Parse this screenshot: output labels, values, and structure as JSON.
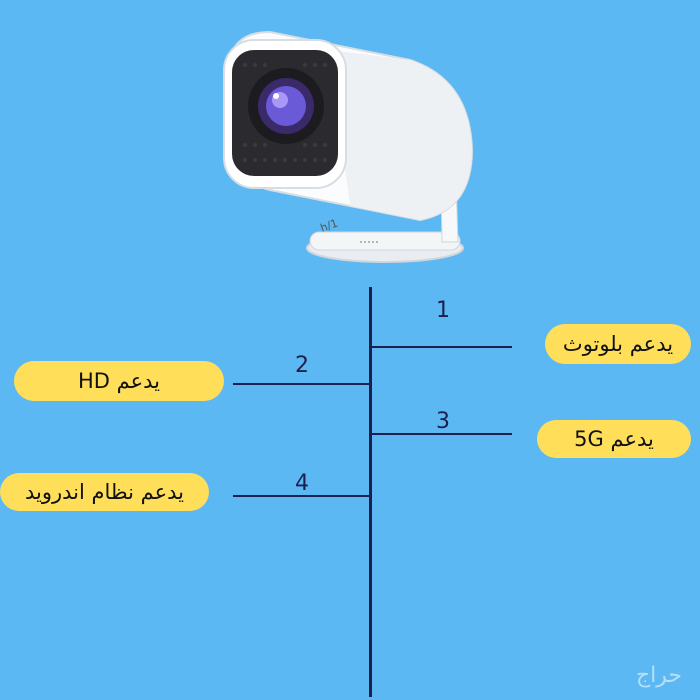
{
  "features": [
    {
      "number": "1",
      "label": "يدعم بلوتوث"
    },
    {
      "number": "2",
      "label": "يدعم HD"
    },
    {
      "number": "3",
      "label": "يدعم 5G"
    },
    {
      "number": "4",
      "label": "يدعم نظام اندرويد"
    }
  ],
  "watermark": "حراج",
  "colors": {
    "background": "#5bb8f2",
    "pill": "#ffde5a",
    "line": "#1f1f4f"
  }
}
